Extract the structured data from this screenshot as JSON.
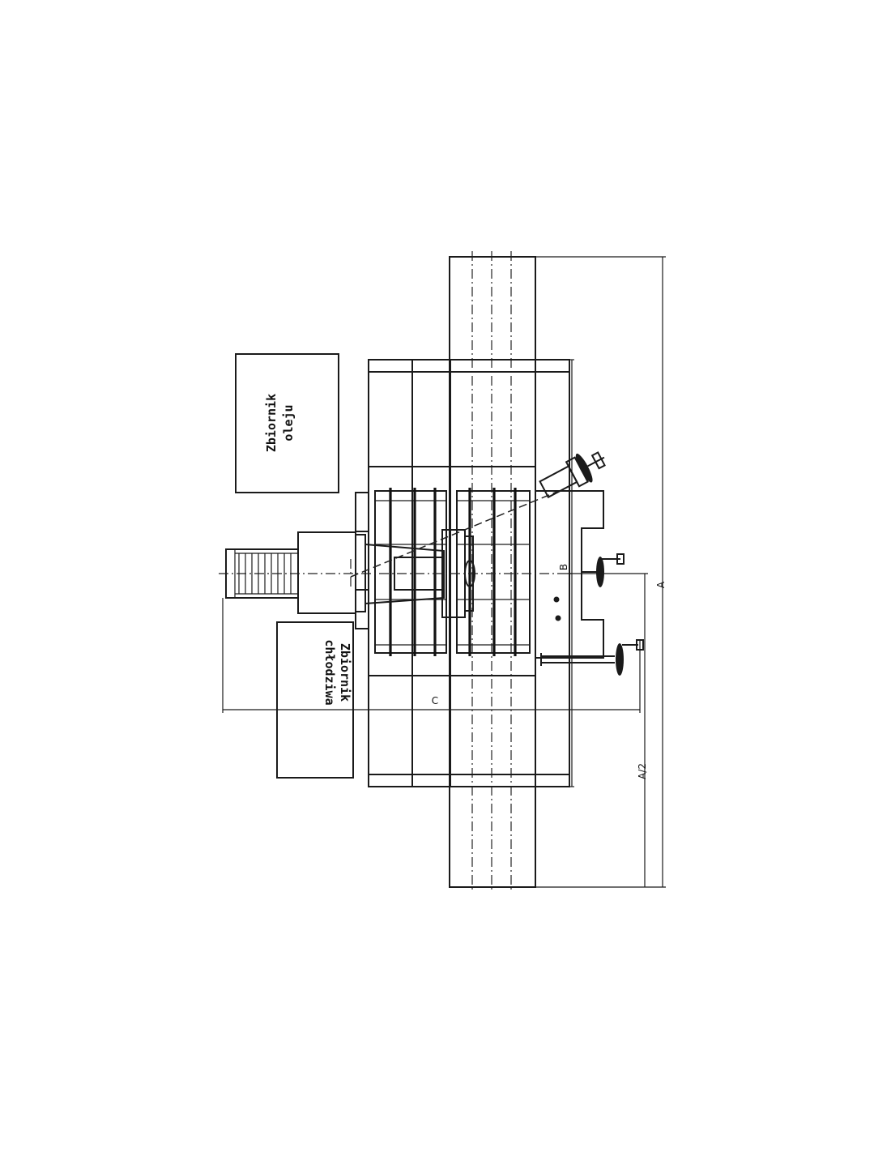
{
  "drawing": {
    "labels": {
      "oil_tank_line1": "Zbiornik",
      "oil_tank_line2": "oleju",
      "coolant_tank_line1": "Zbiornik",
      "coolant_tank_line2": "chłodziwa"
    },
    "dimensions": {
      "overall_length": "A",
      "half_length": "A/2",
      "width": "B",
      "depth": "C"
    },
    "colors": {
      "ink": "#1a1a1a",
      "paper": "#ffffff"
    }
  }
}
